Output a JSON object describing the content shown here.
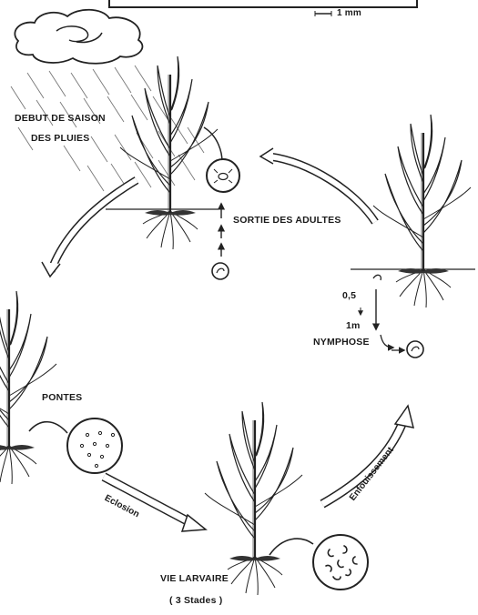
{
  "scale": {
    "label": "1 mm"
  },
  "labels": {
    "rain_season": [
      "DEBUT  DE  SAISON",
      "DES  PLUIES"
    ],
    "adults_exit": "SORTIE  DES  ADULTES",
    "depth_top": "0,5",
    "depth_bottom": "1m",
    "nymphose": "NYMPHOSE",
    "pontes": "PONTES",
    "larval_life": "VIE  LARVAIRE",
    "stages": "( 3 Stades )"
  },
  "arrows": {
    "eclosion": "Eclosion",
    "burrowing": "Enfouissement"
  },
  "icons": {
    "cloud": "rain-cloud-icon",
    "adult_insect": "adult-beetle-icon",
    "pupa": "pupa-icon",
    "eggs": "eggs-icon",
    "larvae": "larvae-icon"
  }
}
